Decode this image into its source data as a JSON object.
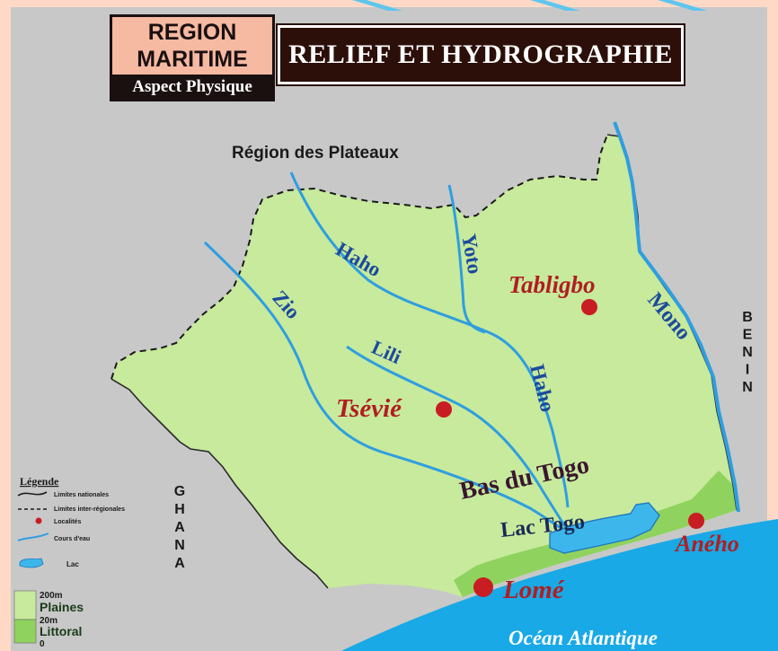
{
  "header": {
    "region_title": "REGION\nMARITIME",
    "subtitle": "Aspect Physique",
    "map_title": "RELIEF ET HYDROGRAPHIE"
  },
  "neighbors": {
    "north": "Région des Plateaux",
    "west": "GHANA",
    "east": "BENIN",
    "ocean": "Océan Atlantique"
  },
  "rivers": [
    "Haho",
    "Yoto",
    "Zio",
    "Lili",
    "Haho",
    "Mono"
  ],
  "lake": "Lac Togo",
  "area_label": "Bas du Togo",
  "localities": [
    "Tabligbo",
    "Tsévié",
    "Aného",
    "Lomé"
  ],
  "legend": {
    "title": "Légende",
    "items": [
      "Limites nationales",
      "Limites inter-régionales",
      "Localités",
      "Cours d'eau",
      "Lac"
    ]
  },
  "relief": {
    "top_value": "200m",
    "plaines_label": "Plaines",
    "mid_value": "20m",
    "littoral_label": "Littoral",
    "bottom_value": "0"
  },
  "colors": {
    "background": "#ffd9c6",
    "land_outside": "#c8c8c8",
    "plaines": "#c7ea9c",
    "littoral": "#8fd35e",
    "water": "#19a9e6",
    "river": "#2f9ee0",
    "locality": "#c81d22",
    "locality_text": "#b01e22",
    "river_text": "#1c4a9c",
    "title_bg": "#2b0f08",
    "title_box": "#f6b9a2"
  }
}
